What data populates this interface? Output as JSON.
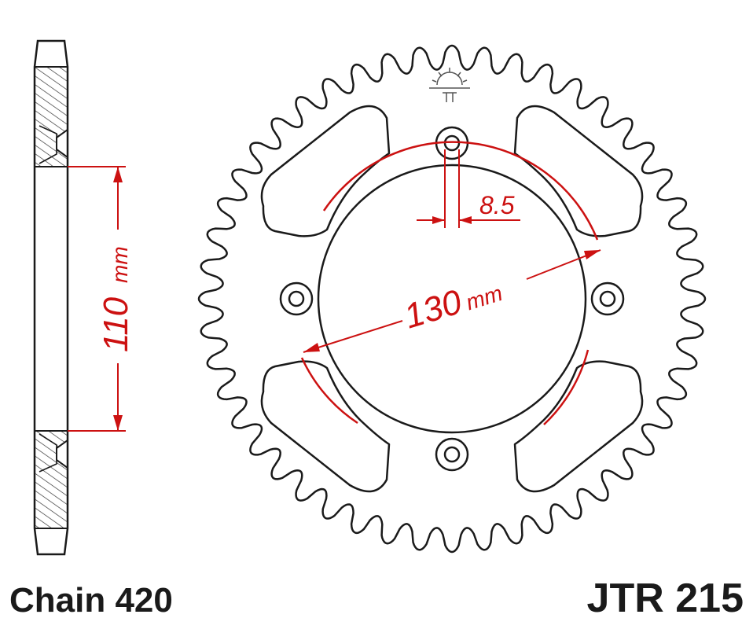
{
  "dimensions": {
    "hub_height": "110",
    "hub_height_unit": "mm",
    "pcd": "130",
    "pcd_unit": "mm",
    "bolt_hole": "8.5"
  },
  "labels": {
    "chain": "Chain 420",
    "part_number": "JTR 215"
  },
  "sprocket": {
    "teeth": 48,
    "bolt_holes": 4,
    "lightening_slots": 4
  },
  "colors": {
    "outline": "#1a1a1a",
    "dimension": "#cc1111",
    "hatch": "#333333"
  },
  "icons": [
    "jt-sun-logo-icon"
  ]
}
